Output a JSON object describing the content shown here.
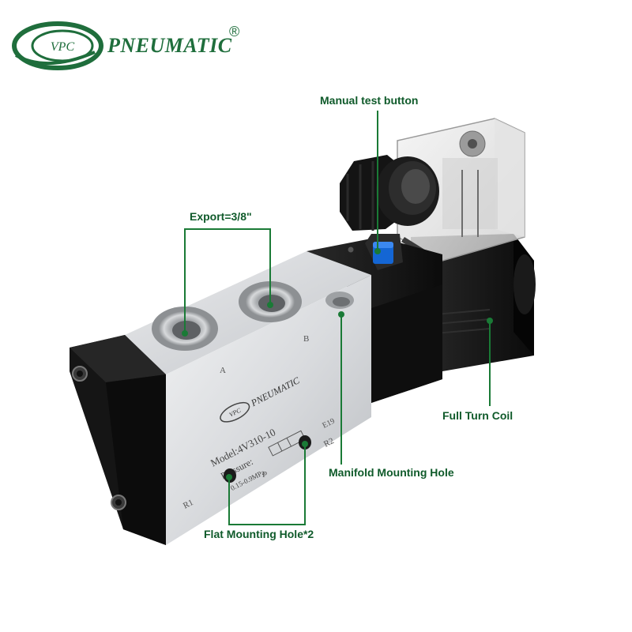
{
  "colors": {
    "brand_green": "#1f6e3c",
    "callout_green": "#1a7a36",
    "callout_text": "#0f5a2a",
    "valve_black": "#141414",
    "aluminium": "#d8dadd"
  },
  "logo": {
    "emblem_text": "VPC",
    "brand_text": "PNEUMATIC",
    "registered_mark": "®"
  },
  "valve_markings": {
    "port_a": "A",
    "port_b": "B",
    "port_p": "P",
    "port_r1": "R1",
    "port_r2": "R2",
    "side_code": "E19",
    "body_logo_emblem": "VPC",
    "body_logo_text": "PNEUMATIC",
    "model_text": "Model:4V310-10",
    "pressure_text": "Pressure:",
    "pressure_range": "0.15-0.9MPa"
  },
  "callouts": {
    "manual_test_button": "Manual test button",
    "export": "Export=3/8\"",
    "full_turn_coil": "Full Turn Coil",
    "manifold_mounting_hole": "Manifold Mounting Hole",
    "flat_mounting_hole": "Flat Mounting Hole*2"
  }
}
